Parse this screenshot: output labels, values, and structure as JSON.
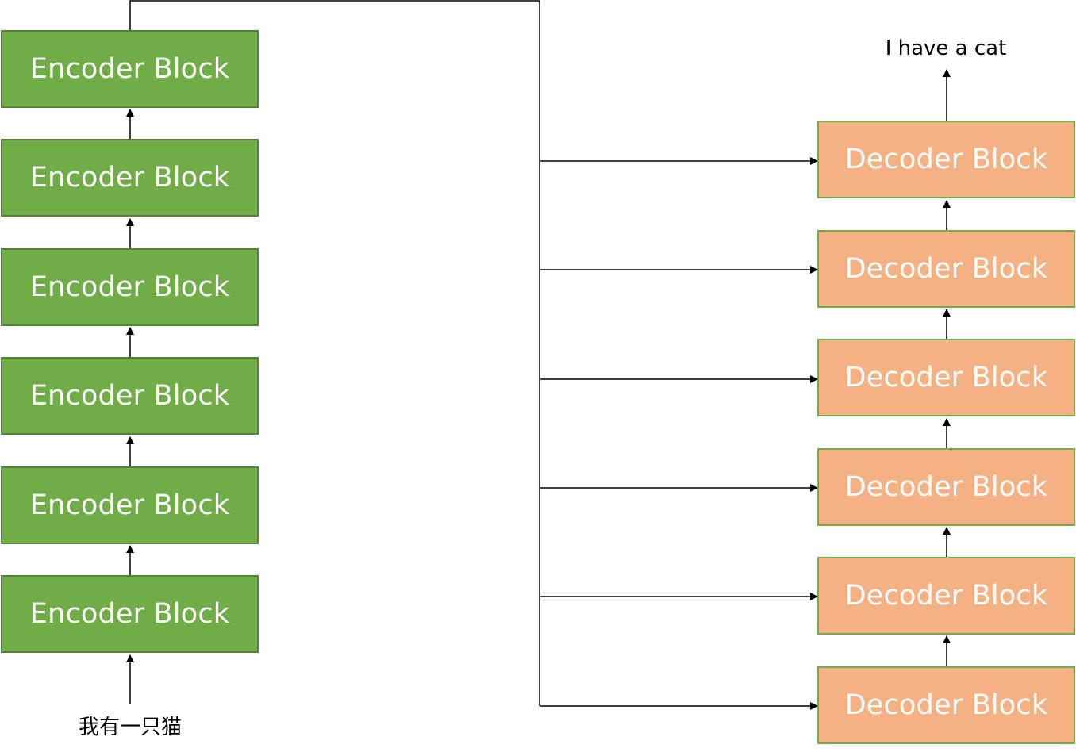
{
  "encoder": {
    "blocks": [
      "Encoder Block",
      "Encoder Block",
      "Encoder Block",
      "Encoder Block",
      "Encoder Block",
      "Encoder Block"
    ],
    "input_text": "我有一只猫"
  },
  "decoder": {
    "blocks": [
      "Decoder Block",
      "Decoder Block",
      "Decoder Block",
      "Decoder Block",
      "Decoder Block",
      "Decoder Block"
    ],
    "output_text": "I have a cat"
  },
  "colors": {
    "encoder_fill": "#70ad47",
    "encoder_border": "#548235",
    "decoder_fill": "#f4b183",
    "decoder_border": "#70ad47",
    "block_text": "#ffffff",
    "connector": "#000000"
  }
}
